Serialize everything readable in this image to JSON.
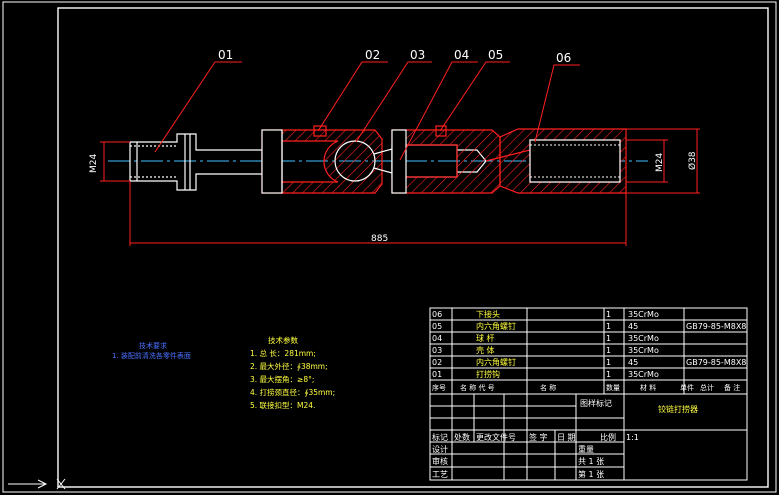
{
  "balloons": [
    "01",
    "02",
    "03",
    "04",
    "05",
    "06"
  ],
  "dimensions": {
    "left_thread": "M24",
    "right_thread": "M24",
    "outer_diameter": "Ø38",
    "overall_length": "885"
  },
  "notes_left": {
    "title": "技术要求",
    "line1": "1. 装配前清洗各零件表面"
  },
  "tech_params": {
    "title": "技术参数",
    "lines": [
      "1. 总    长：281mm;",
      "2. 最大外径：∮38mm;",
      "3. 最大摆角：≥8°;",
      "4. 打捞颈直径：∮35mm;",
      "5. 联接扣型：M24."
    ]
  },
  "parts": [
    {
      "no": "06",
      "name": "下接头",
      "qty": "1",
      "material": "35CrMo",
      "standard": ""
    },
    {
      "no": "05",
      "name": "内六角螺钉",
      "qty": "1",
      "material": "45",
      "standard": "GB79-85-M8X8"
    },
    {
      "no": "04",
      "name": "球  杆",
      "qty": "1",
      "material": "35CrMo",
      "standard": ""
    },
    {
      "no": "03",
      "name": "壳  体",
      "qty": "1",
      "material": "35CrMo",
      "standard": ""
    },
    {
      "no": "02",
      "name": "内六角螺钉",
      "qty": "1",
      "material": "45",
      "standard": "GB79-85-M8X8"
    },
    {
      "no": "01",
      "name": "打捞钩",
      "qty": "1",
      "material": "35CrMo",
      "standard": ""
    }
  ],
  "parts_header": [
    "序号",
    "名 称 代 号",
    "名 称",
    "数量",
    "材 料",
    "单件",
    "总计",
    "备 注"
  ],
  "title_block": {
    "doc_label": "图样标记",
    "drawing_name": "铰链打捞器",
    "row_labels": [
      "标记",
      "处数",
      "更改文件号",
      "签 字",
      "日 期"
    ],
    "designer": "设计",
    "checker": "审核",
    "process": "工艺",
    "scale_label": "重量",
    "ratio_label": "比例",
    "ratio": "1:1",
    "sheet": "共 1 张",
    "sheet2": "第 1 张"
  }
}
